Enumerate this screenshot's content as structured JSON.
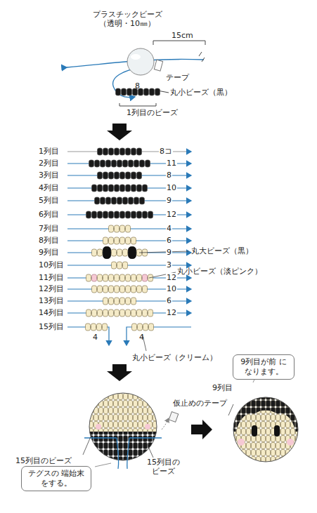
{
  "diagram": {
    "nodes": [
      {
        "text": [
          "9列目が前 になります。"
        ]
      },
      {
        "text": [
          "テグスの 端始末をする。"
        ]
      }
    ],
    "labels": [
      "プラスチックビーズ （透明・10㎜）",
      "15cm",
      "テープ",
      "8",
      "丸小ビーズ（黒）",
      "1列目のビーズ",
      "1列目",
      "2列目",
      "3列目",
      "4列目",
      "5列目",
      "6列目",
      "7列目",
      "8列目",
      "9列目",
      "10列目",
      "11列目",
      "12列目",
      "13列目",
      "14列目",
      "15列目",
      "8コ",
      "11",
      "8",
      "10",
      "9",
      "12",
      "4",
      "6",
      "9",
      "3",
      "12",
      "10",
      "6",
      "12",
      "4",
      "4",
      "丸大ビーズ（黒）",
      "丸小ビーズ（淡ピンク）",
      "丸小ビーズ（クリーム）",
      "仮止めのテープ",
      "15列目のビーズ",
      "15列目の ビーズ",
      "9列目"
    ]
  }
}
